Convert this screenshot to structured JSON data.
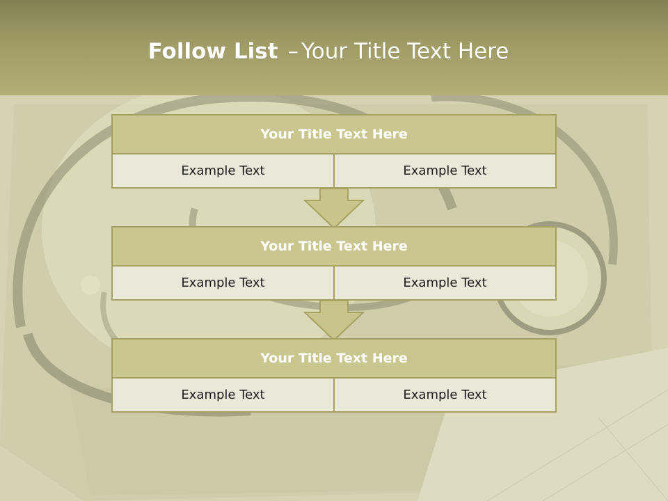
{
  "slide": {
    "title_bold": "Follow List",
    "title_dash": "–",
    "title_rest": "Your Title Text Here"
  },
  "steps": [
    {
      "title": "Your Title Text Here",
      "left": "Example Text",
      "right": "Example Text"
    },
    {
      "title": "Your Title Text Here",
      "left": "Example Text",
      "right": "Example Text"
    },
    {
      "title": "Your Title Text Here",
      "left": "Example Text",
      "right": "Example Text"
    }
  ],
  "colors": {
    "header": "#9c9964",
    "box_head": "#cac690",
    "box_border": "#a7a264",
    "box_cell": "#eae8d9",
    "arrow": "#c8c48c",
    "title_text": "#ffffff"
  },
  "background_image": "stethoscope-photo"
}
